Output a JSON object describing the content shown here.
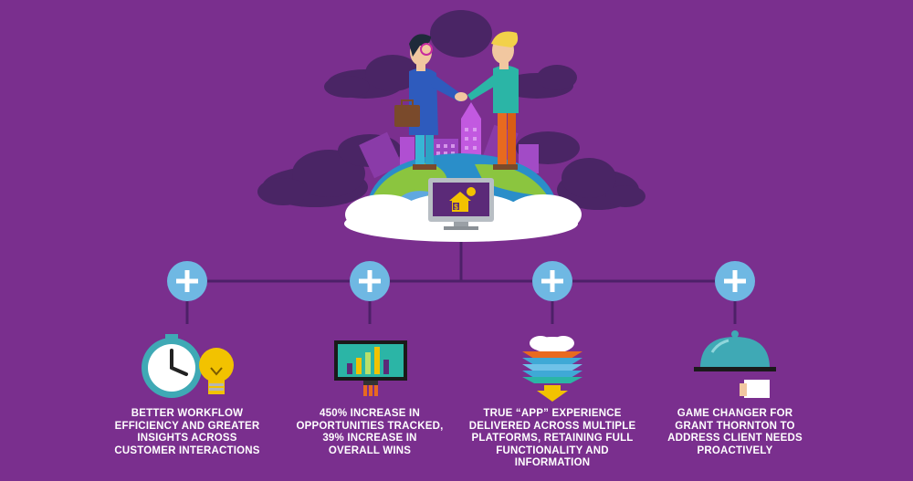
{
  "colors": {
    "background": "#7a2f8e",
    "dark_cloud": "#4a2565",
    "plus_circle": "#6fb8e3",
    "connector": "#4d2068",
    "ground_green": "#8bc53f",
    "ground_blue": "#2a8ec9"
  },
  "illustration": {
    "icons": [
      "handshake-illustration",
      "city-skyline",
      "globe",
      "monitor-house-icon",
      "cloud"
    ]
  },
  "benefits": [
    {
      "icon": "stopwatch-lightbulb-icon",
      "caption": "BETTER WORKFLOW\nEFFICIENCY AND GREATER\nINSIGHTS ACROSS\nCUSTOMER INTERACTIONS"
    },
    {
      "icon": "bar-chart-monitor-icon",
      "caption": "450% INCREASE IN\nOPPORTUNITIES TRACKED,\n39% INCREASE IN\nOVERALL WINS"
    },
    {
      "icon": "cloud-layers-download-icon",
      "caption": "TRUE “APP” EXPERIENCE\nDELIVERED ACROSS MULTIPLE\nPLATFORMS, RETAINING FULL\nFUNCTIONALITY AND\nINFORMATION"
    },
    {
      "icon": "serving-cloche-icon",
      "caption": "GAME CHANGER FOR\nGRANT THORNTON TO\nADDRESS CLIENT NEEDS\nPROACTIVELY"
    }
  ]
}
